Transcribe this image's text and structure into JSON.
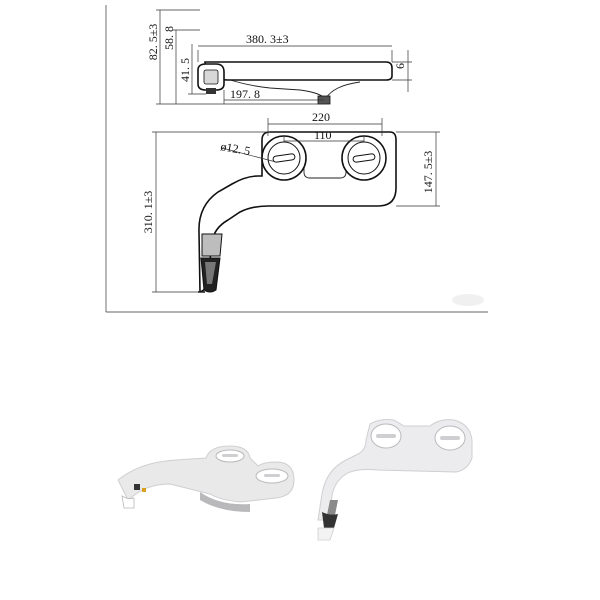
{
  "drawing": {
    "side_view": {
      "length": "380. 3±3",
      "thickness": "6",
      "overall_height": "82. 5±3",
      "inner_height": "58. 8",
      "nozzle_height": "41. 5",
      "offset": "197. 8"
    },
    "top_view": {
      "hole_spacing_outer": "220",
      "hole_spacing_inner": "110",
      "hole_diameter": "ø12. 5",
      "width": "147. 5±3",
      "depth": "310. 1±3"
    }
  },
  "photos": [
    {
      "subject": "bidet-attachment-angled"
    },
    {
      "subject": "bidet-attachment-top"
    }
  ],
  "colors": {
    "line": "#111111",
    "frame": "#333333",
    "product_body": "#e9e9ea",
    "product_shadow": "#b9b9bc",
    "metal": "#8a8a8a"
  }
}
